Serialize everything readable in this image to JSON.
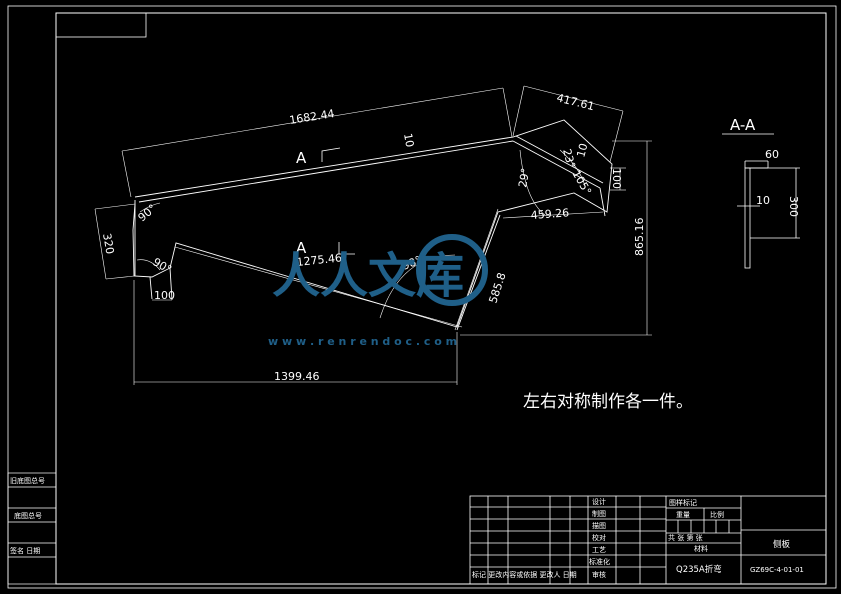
{
  "note": "左右对称制作各一件。",
  "dimensions": {
    "top_length": "1682.44",
    "top_tab": "417.61",
    "thickness_top": "10",
    "thickness_right": "10",
    "angle_29": "29°",
    "angle_23": "23°",
    "angle_105": "105°",
    "right_tab": "100",
    "middle_span": "459.26",
    "height_total": "865.16",
    "left_height": "320",
    "angle_left_top": "90°",
    "angle_left_bottom": "90°",
    "left_tab": "100",
    "middle_length": "1275.46",
    "angle_98": "98°",
    "diag_length": "585.8",
    "bottom_length": "1399.46"
  },
  "view_labels": {
    "a_upper": "A",
    "a_lower": "A"
  },
  "section": {
    "title": "A-A",
    "width": "60",
    "thickness": "10",
    "height": "300"
  },
  "side_table": {
    "rows": [
      "旧底图总号",
      "底图总号",
      "签名 日期"
    ]
  },
  "title_block": {
    "roles": [
      "设计",
      "制图",
      "描图",
      "校对",
      "工艺",
      "标准化",
      "审核"
    ],
    "stage_header": "图样标记",
    "weight": "重量",
    "scale": "比例",
    "sheet": "共  张  第  张",
    "material_label": "材料",
    "material": "Q235A折弯",
    "part_name": "侧板",
    "drawing_number": "GZ69C-4-01-01",
    "revision_cols": "标记 更改内容或依据 更改人 日期"
  },
  "watermark": {
    "text": "人人文库",
    "url": "w w w . r e n r e n d o c . c o m"
  }
}
